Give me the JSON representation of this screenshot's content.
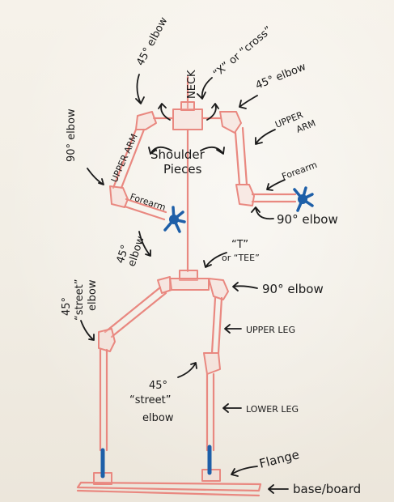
{
  "labels": {
    "neck": "NECK",
    "cross": "“X” or “cross”",
    "elbow45_left_shoulder": "45° elbow",
    "elbow45_right_shoulder": "45° elbow",
    "elbow90_left": "90° elbow",
    "upper_arm_left": "UPPER ARM",
    "upper_arm_right_line1": "UPPER",
    "upper_arm_right_line2": "ARM",
    "shoulder_pieces_line1": "Shoulder",
    "shoulder_pieces_line2": "Pieces",
    "forearm_left": "Forearm",
    "forearm_right": "Forearm",
    "elbow90_right": "90° elbow",
    "elbow45_hip_line1": "45°",
    "elbow45_hip_line2": "elbow",
    "tee_line1": "“T”",
    "tee_line2": "or “TEE”",
    "elbow90_hip": "90° elbow",
    "street_left_line1": "45°",
    "street_left_line2": "“street”",
    "street_left_line3": "elbow",
    "upper_leg": "UPPER LEG",
    "street_mid_line1": "45°",
    "street_mid_line2": "“street”",
    "street_mid_line3": "elbow",
    "lower_leg": "LOWER LEG",
    "flange": "Flange",
    "base_board": "base/board"
  },
  "colors": {
    "pipe": "#e98880",
    "ink": "#1a1a1a",
    "hand_blue": "#1e5fa8",
    "paper": "#f3efe6"
  }
}
